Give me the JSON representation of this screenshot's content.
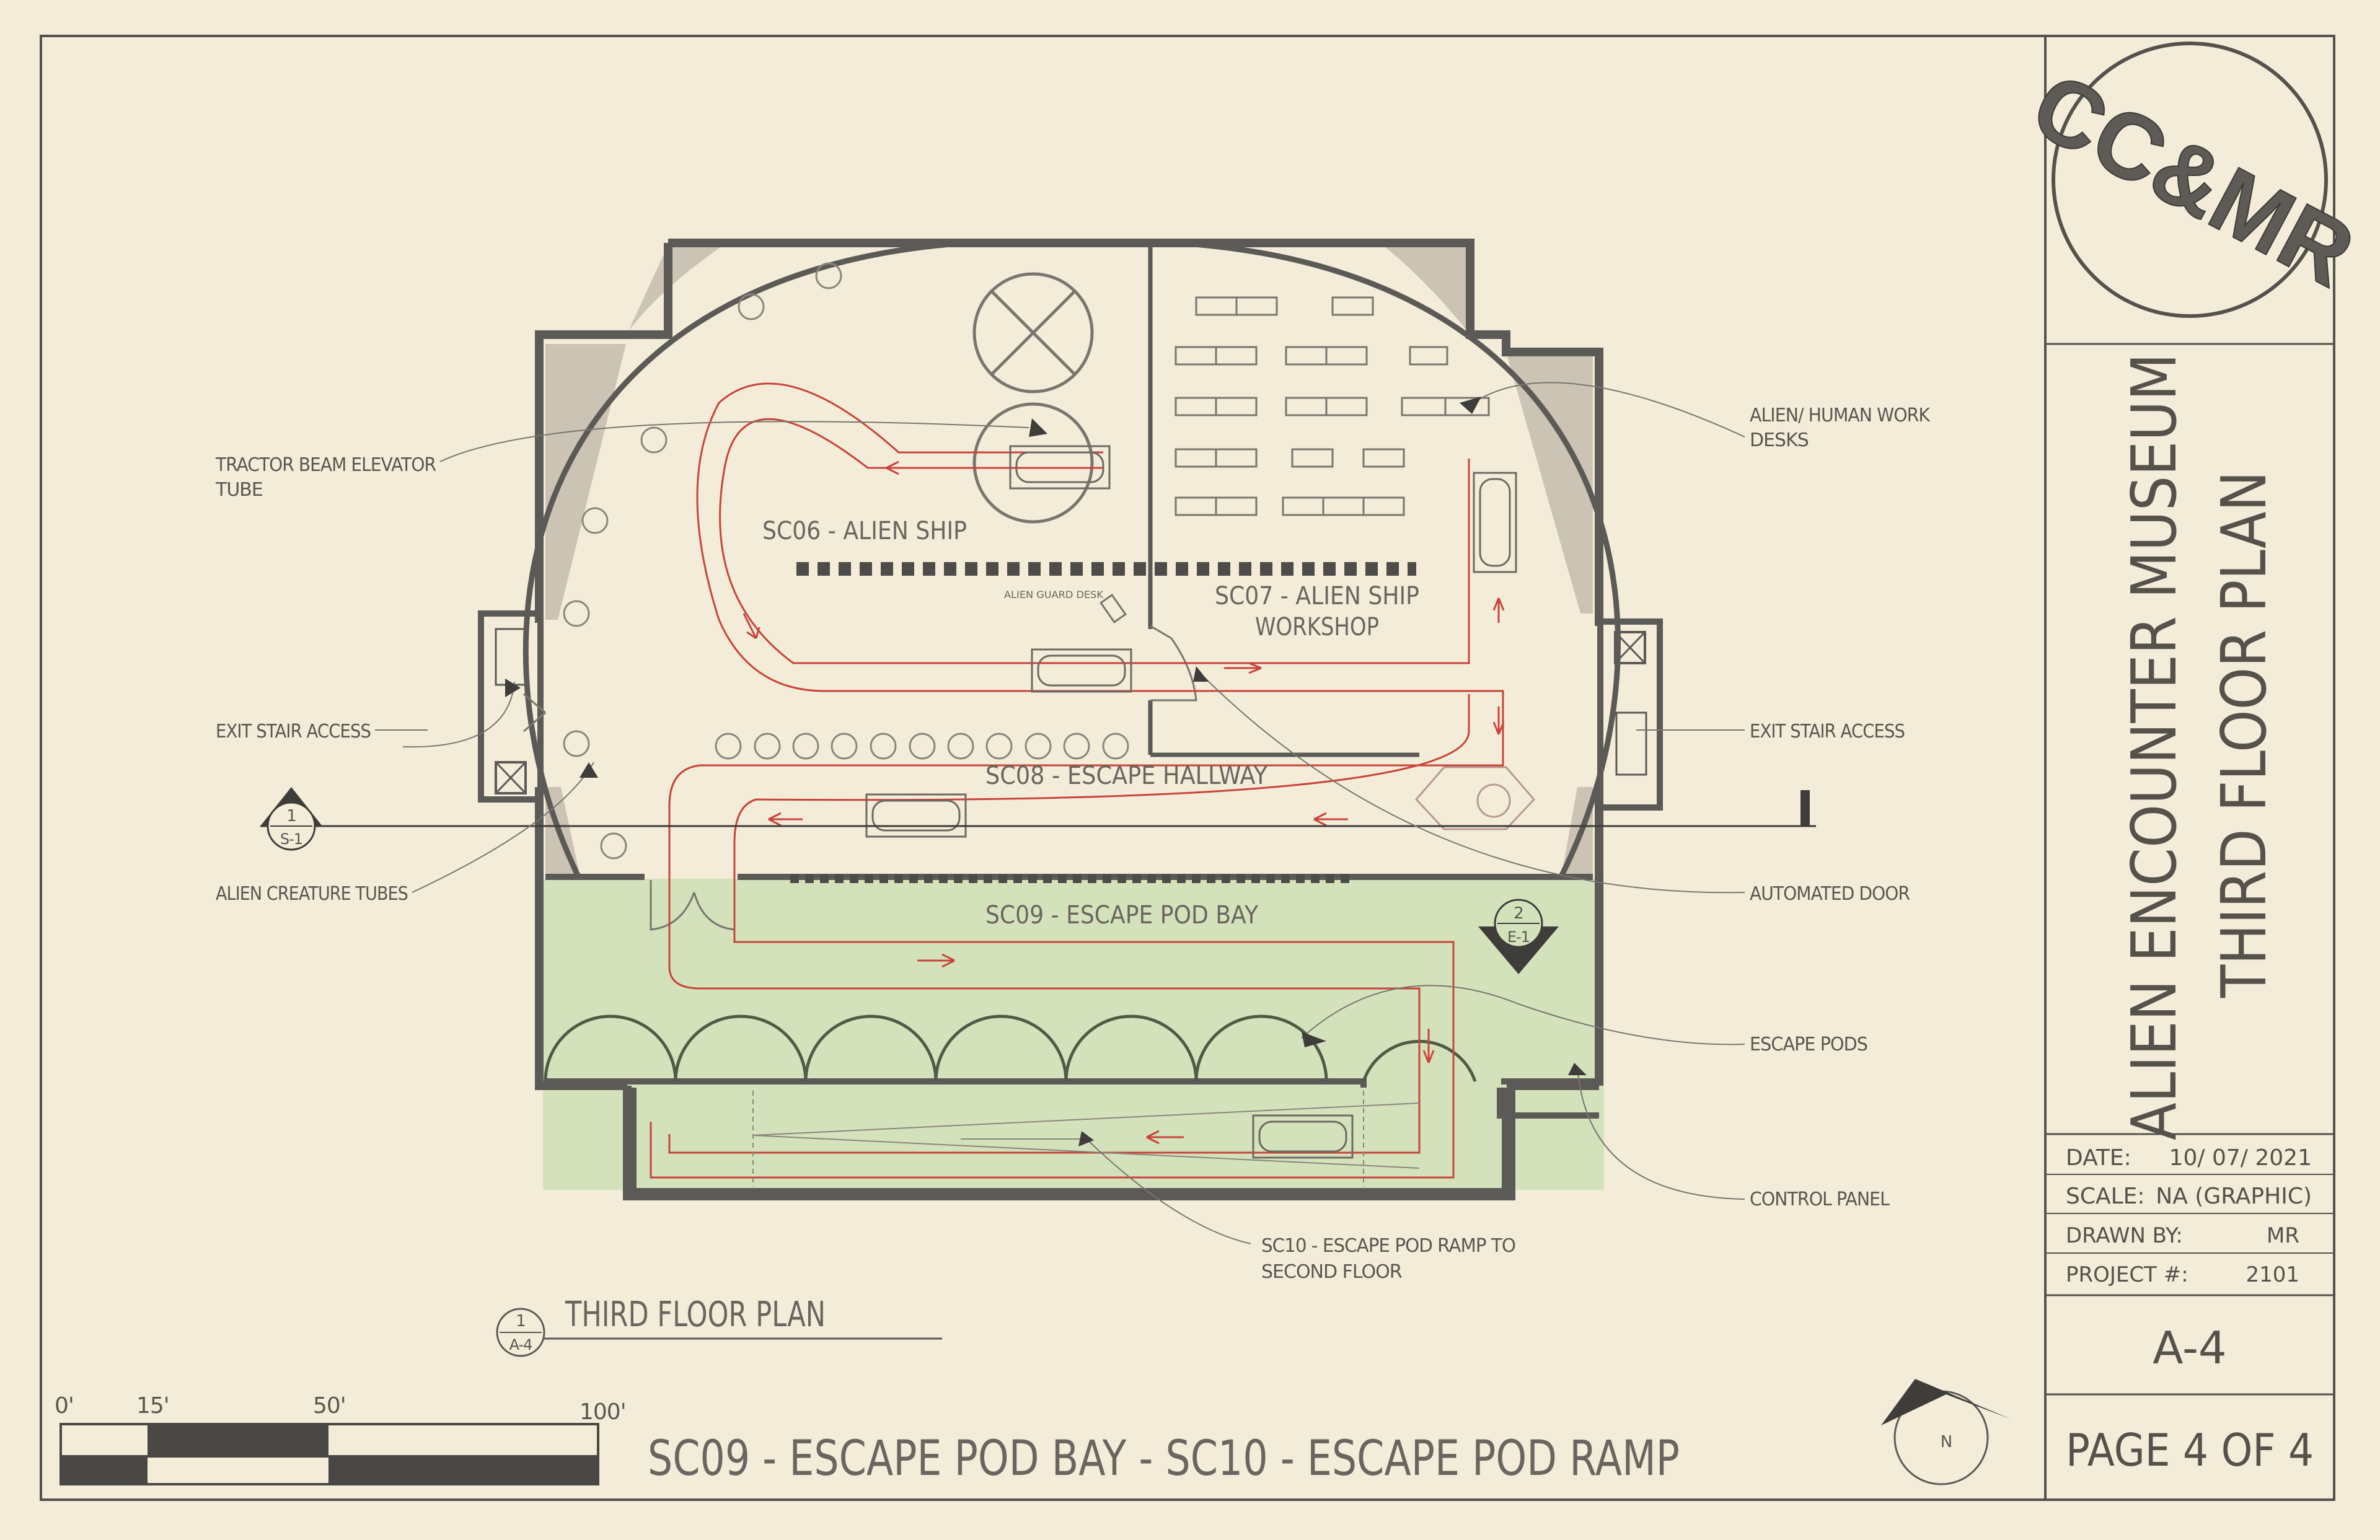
{
  "title_block": {
    "logo": "CC&MR",
    "project_title": "ALIEN ENCOUNTER MUSEUM",
    "sheet_title": "THIRD FLOOR PLAN",
    "date_label": "DATE:",
    "date_value": "10/ 07/ 2021",
    "scale_label": "SCALE:",
    "scale_value": "NA (GRAPHIC)",
    "drawn_label": "DRAWN BY:",
    "drawn_value": "MR",
    "project_label": "PROJECT #:",
    "project_value": "2101",
    "sheet_number": "A-4",
    "page": "PAGE 4 OF 4"
  },
  "rooms": {
    "sc06": "SC06 - ALIEN SHIP",
    "sc07_line1": "SC07 - ALIEN SHIP",
    "sc07_line2": "WORKSHOP",
    "sc08": "SC08 - ESCAPE HALLWAY",
    "sc09": "SC09 - ESCAPE POD BAY",
    "guard_desk": "ALIEN GUARD DESK"
  },
  "callouts": {
    "tractor_line1": "TRACTOR BEAM ELEVATOR",
    "tractor_line2": "TUBE",
    "exit_left": "EXIT STAIR ACCESS",
    "creature_tubes": "ALIEN CREATURE TUBES",
    "work_desks_line1": "ALIEN/ HUMAN WORK",
    "work_desks_line2": "DESKS",
    "exit_right": "EXIT STAIR ACCESS",
    "automated_door": "AUTOMATED DOOR",
    "escape_pods": "ESCAPE PODS",
    "control_panel": "CONTROL PANEL",
    "sc10_line1": "SC10 - ESCAPE POD RAMP TO",
    "sc10_line2": "SECOND FLOOR"
  },
  "section_markers": {
    "left_top": "1",
    "left_bottom": "S-1",
    "right_top": "2",
    "right_bottom": "E-1"
  },
  "drawing_title": {
    "number": "1",
    "sheet": "A-4",
    "name": "THIRD FLOOR PLAN"
  },
  "scale_bar": {
    "ticks": [
      "0'",
      "15'",
      "50'",
      "100'"
    ]
  },
  "footer_caption": "SC09 - ESCAPE POD BAY  -  SC10 - ESCAPE POD RAMP",
  "north_arrow_label": "N",
  "colors": {
    "paper": "#f3ecd9",
    "line": "#6b6862",
    "wall": "#5c5a57",
    "pod_bay_fill": "#d4e2bc",
    "ride_path": "#c9443a",
    "corner_fill": "#cbc4b4"
  }
}
